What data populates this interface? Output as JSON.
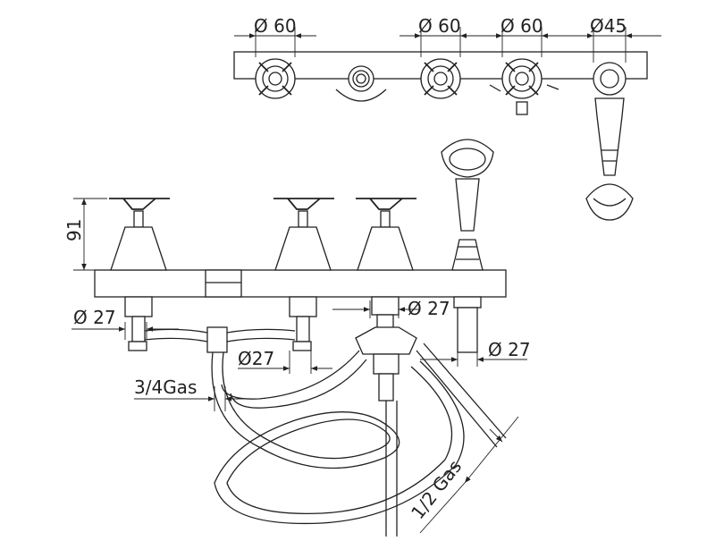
{
  "top_view": {
    "dims": [
      "Ø 60",
      "Ø 60",
      "Ø 60",
      "Ø45"
    ]
  },
  "front_view": {
    "height_label": "91",
    "dims": {
      "left_valve": "Ø 27",
      "mid_valve": "Ø27",
      "right_valve": "Ø 27",
      "shower_inlet": "Ø 27",
      "inlet_thread": "3/4Gas",
      "hose_thread": "1/2 Gas"
    }
  }
}
